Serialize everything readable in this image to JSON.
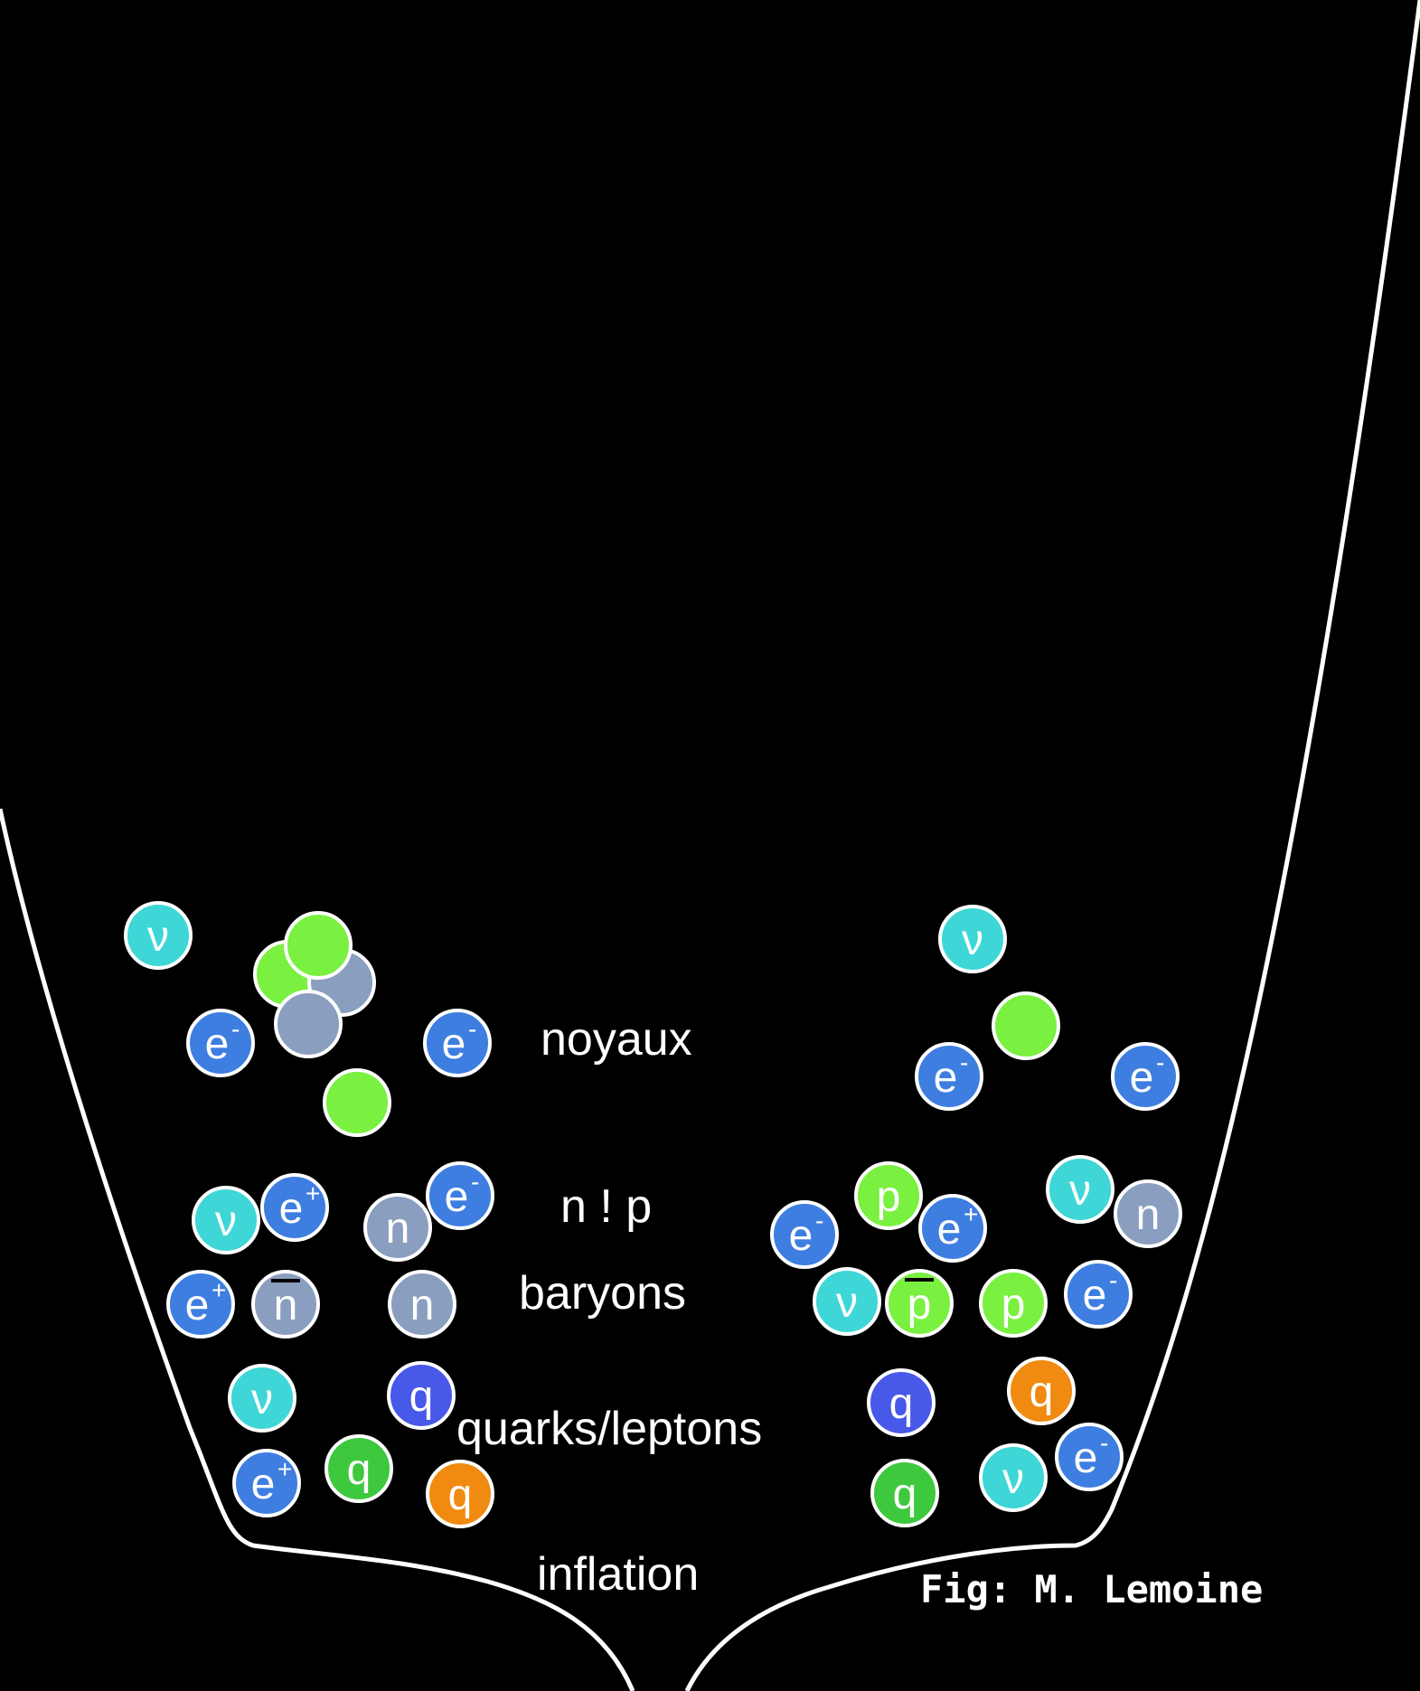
{
  "bands": {
    "noyaux": "noyaux",
    "np": "n ! p",
    "baryons": "baryons",
    "quarks": "quarks/leptons",
    "inflation": "inflation"
  },
  "credit": "Fig: M. Lemoine",
  "colors": {
    "background": "#000000",
    "outline": "#ffffff",
    "noyaux": "#a829a8",
    "np": "#d82a78",
    "baryons": "#ae1a44",
    "quarks": "#d62000",
    "inflation": "#ff2a00",
    "neutrino": "#3ed6d6",
    "electron": "#3e7ee0",
    "neutron": "#8a9ebf",
    "proton": "#7af040",
    "quark_blue": "#4858e8",
    "quark_green": "#3ec83e",
    "quark_orange": "#f08a10"
  },
  "symbols": {
    "neutrino": "ν",
    "electron": "e",
    "minus": "-",
    "plus": "+",
    "neutron": "n",
    "proton": "p",
    "quark": "q"
  }
}
